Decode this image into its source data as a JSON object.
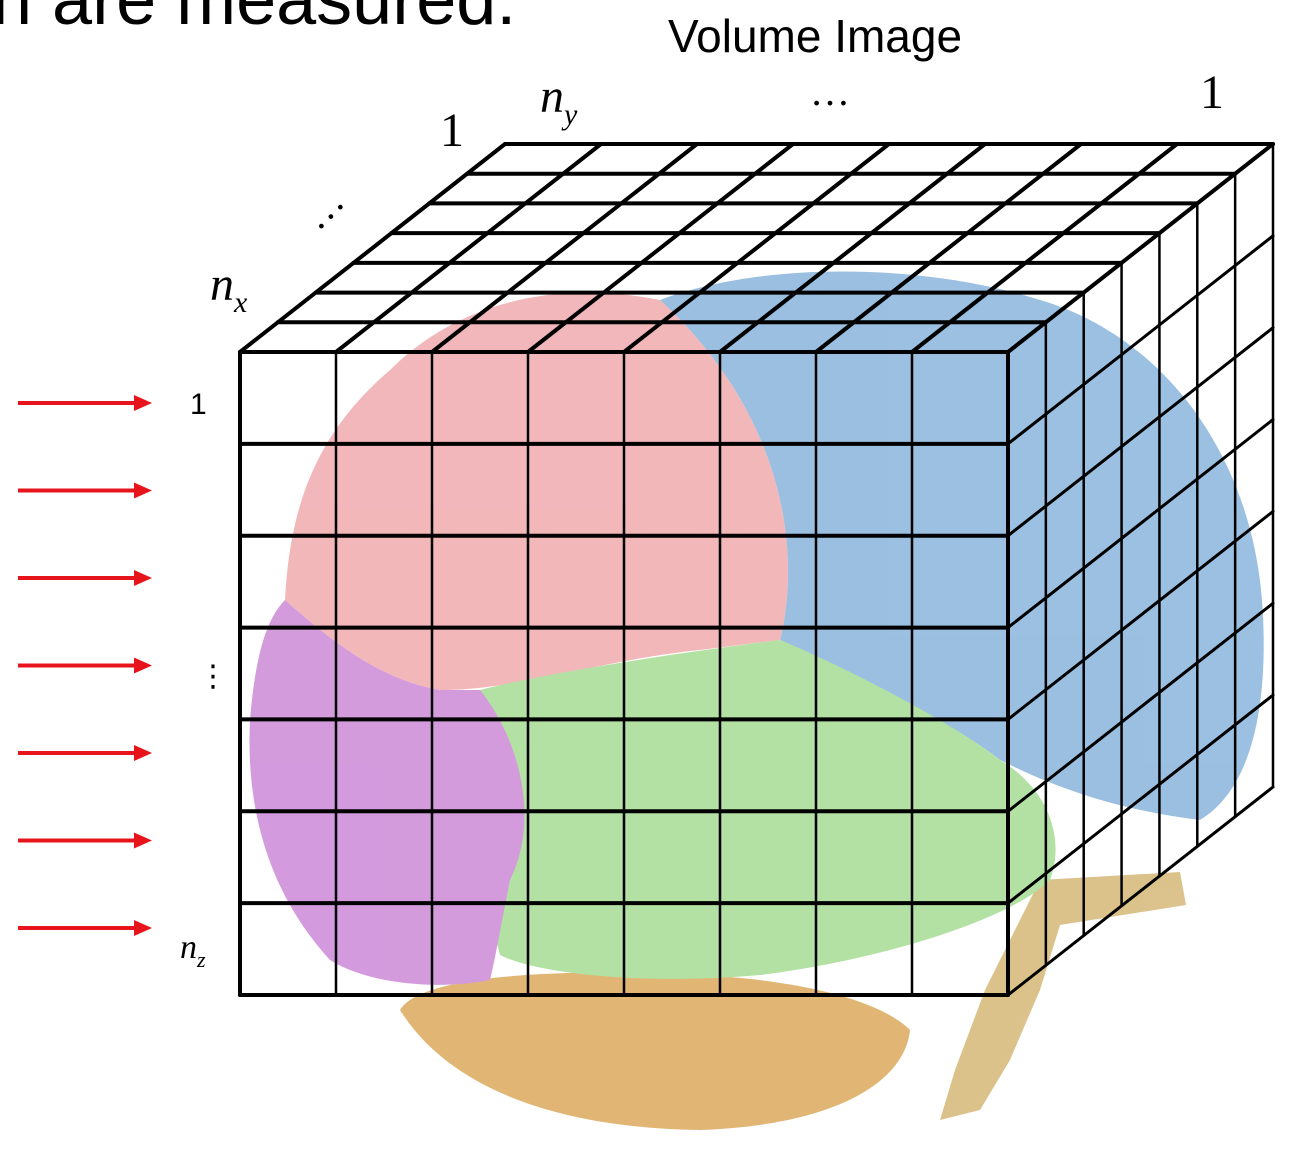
{
  "slide": {
    "partial_heading": "n are measured:"
  },
  "diagram": {
    "title": "Volume Image",
    "top_labels": {
      "y_start": "1",
      "y_var": "n",
      "y_sub": "y",
      "y_dots": "…",
      "y_end": "1"
    },
    "depth_labels": {
      "x_dots": "…",
      "x_var": "n",
      "x_sub": "x"
    },
    "row_labels": {
      "first": "1",
      "middle": "⋮",
      "last_var": "n",
      "last_sub": "z"
    },
    "grid": {
      "cols": 8,
      "rows": 7,
      "depth": 7
    },
    "arrow_count": 7,
    "colors": {
      "arrow": "#e8141b",
      "grid": "#000000",
      "frontal_lobe": "#eea3a6",
      "parietal_lobe": "#7faed9",
      "temporal_lobe": "#9ed98a",
      "occipital_lobe": "#c77fd3",
      "cerebellum": "#d9a24e",
      "brainstem": "#d2b16b"
    }
  }
}
